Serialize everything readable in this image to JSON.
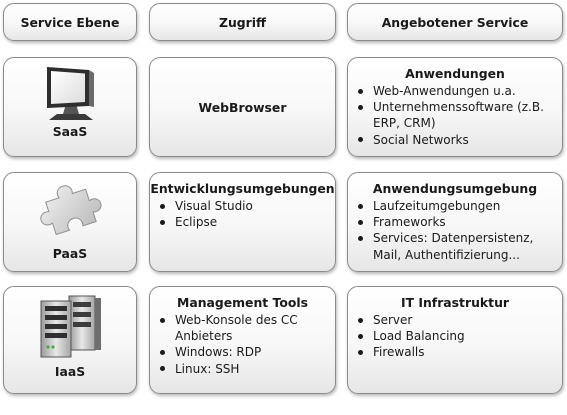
{
  "headers": {
    "service_level": "Service Ebene",
    "access": "Zugriff",
    "offered_service": "Angebotener Service"
  },
  "rows": [
    {
      "level": "SaaS",
      "icon": "monitor-icon",
      "access_title": "WebBrowser",
      "access_items": [],
      "service_title": "Anwendungen",
      "service_items": [
        "Web-Anwendungen u.a.",
        "Unternehmenssoftware (z.B. ERP, CRM)",
        "Social Networks"
      ]
    },
    {
      "level": "PaaS",
      "icon": "puzzle-piece-icon",
      "access_title": "Entwicklungsumgebungen",
      "access_items": [
        "Visual Studio",
        "Eclipse"
      ],
      "service_title": "Anwendungsumgebung",
      "service_items": [
        "Laufzeitumgebungen",
        "Frameworks",
        "Services: Datenpersistenz, Mail, Authentifizierung..."
      ]
    },
    {
      "level": "IaaS",
      "icon": "server-rack-icon",
      "access_title": "Management Tools",
      "access_items": [
        "Web-Konsole des CC Anbieters",
        "Windows: RDP",
        "Linux: SSH"
      ],
      "service_title": "IT Infrastruktur",
      "service_items": [
        "Server",
        "Load Balancing",
        "Firewalls"
      ]
    }
  ]
}
